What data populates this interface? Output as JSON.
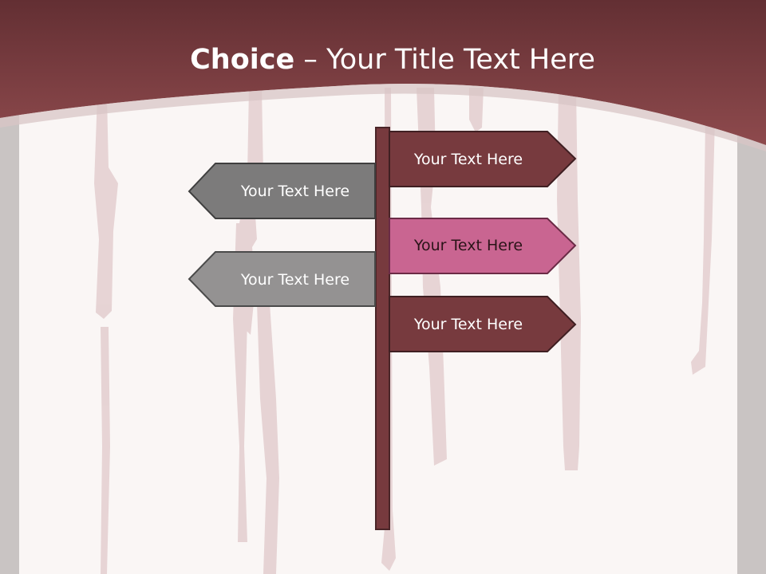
{
  "slide": {
    "title_bold": "Choice",
    "title_separator": " – ",
    "title_rest": "Your Title Text Here"
  },
  "signs": {
    "right": [
      {
        "label": "Your Text Here",
        "fill": "#773a3e"
      },
      {
        "label": "Your Text Here",
        "fill": "#c96591"
      },
      {
        "label": "Your Text Here",
        "fill": "#773a3e"
      }
    ],
    "left": [
      {
        "label": "Your Text Here",
        "fill": "#7c7b7b"
      },
      {
        "label": "Your Text Here",
        "fill": "#949292"
      }
    ]
  },
  "colors": {
    "header": "#8a4448",
    "post": "#773a3e",
    "side_bars": "#c9c4c3",
    "drips": "#e4d0d1"
  }
}
